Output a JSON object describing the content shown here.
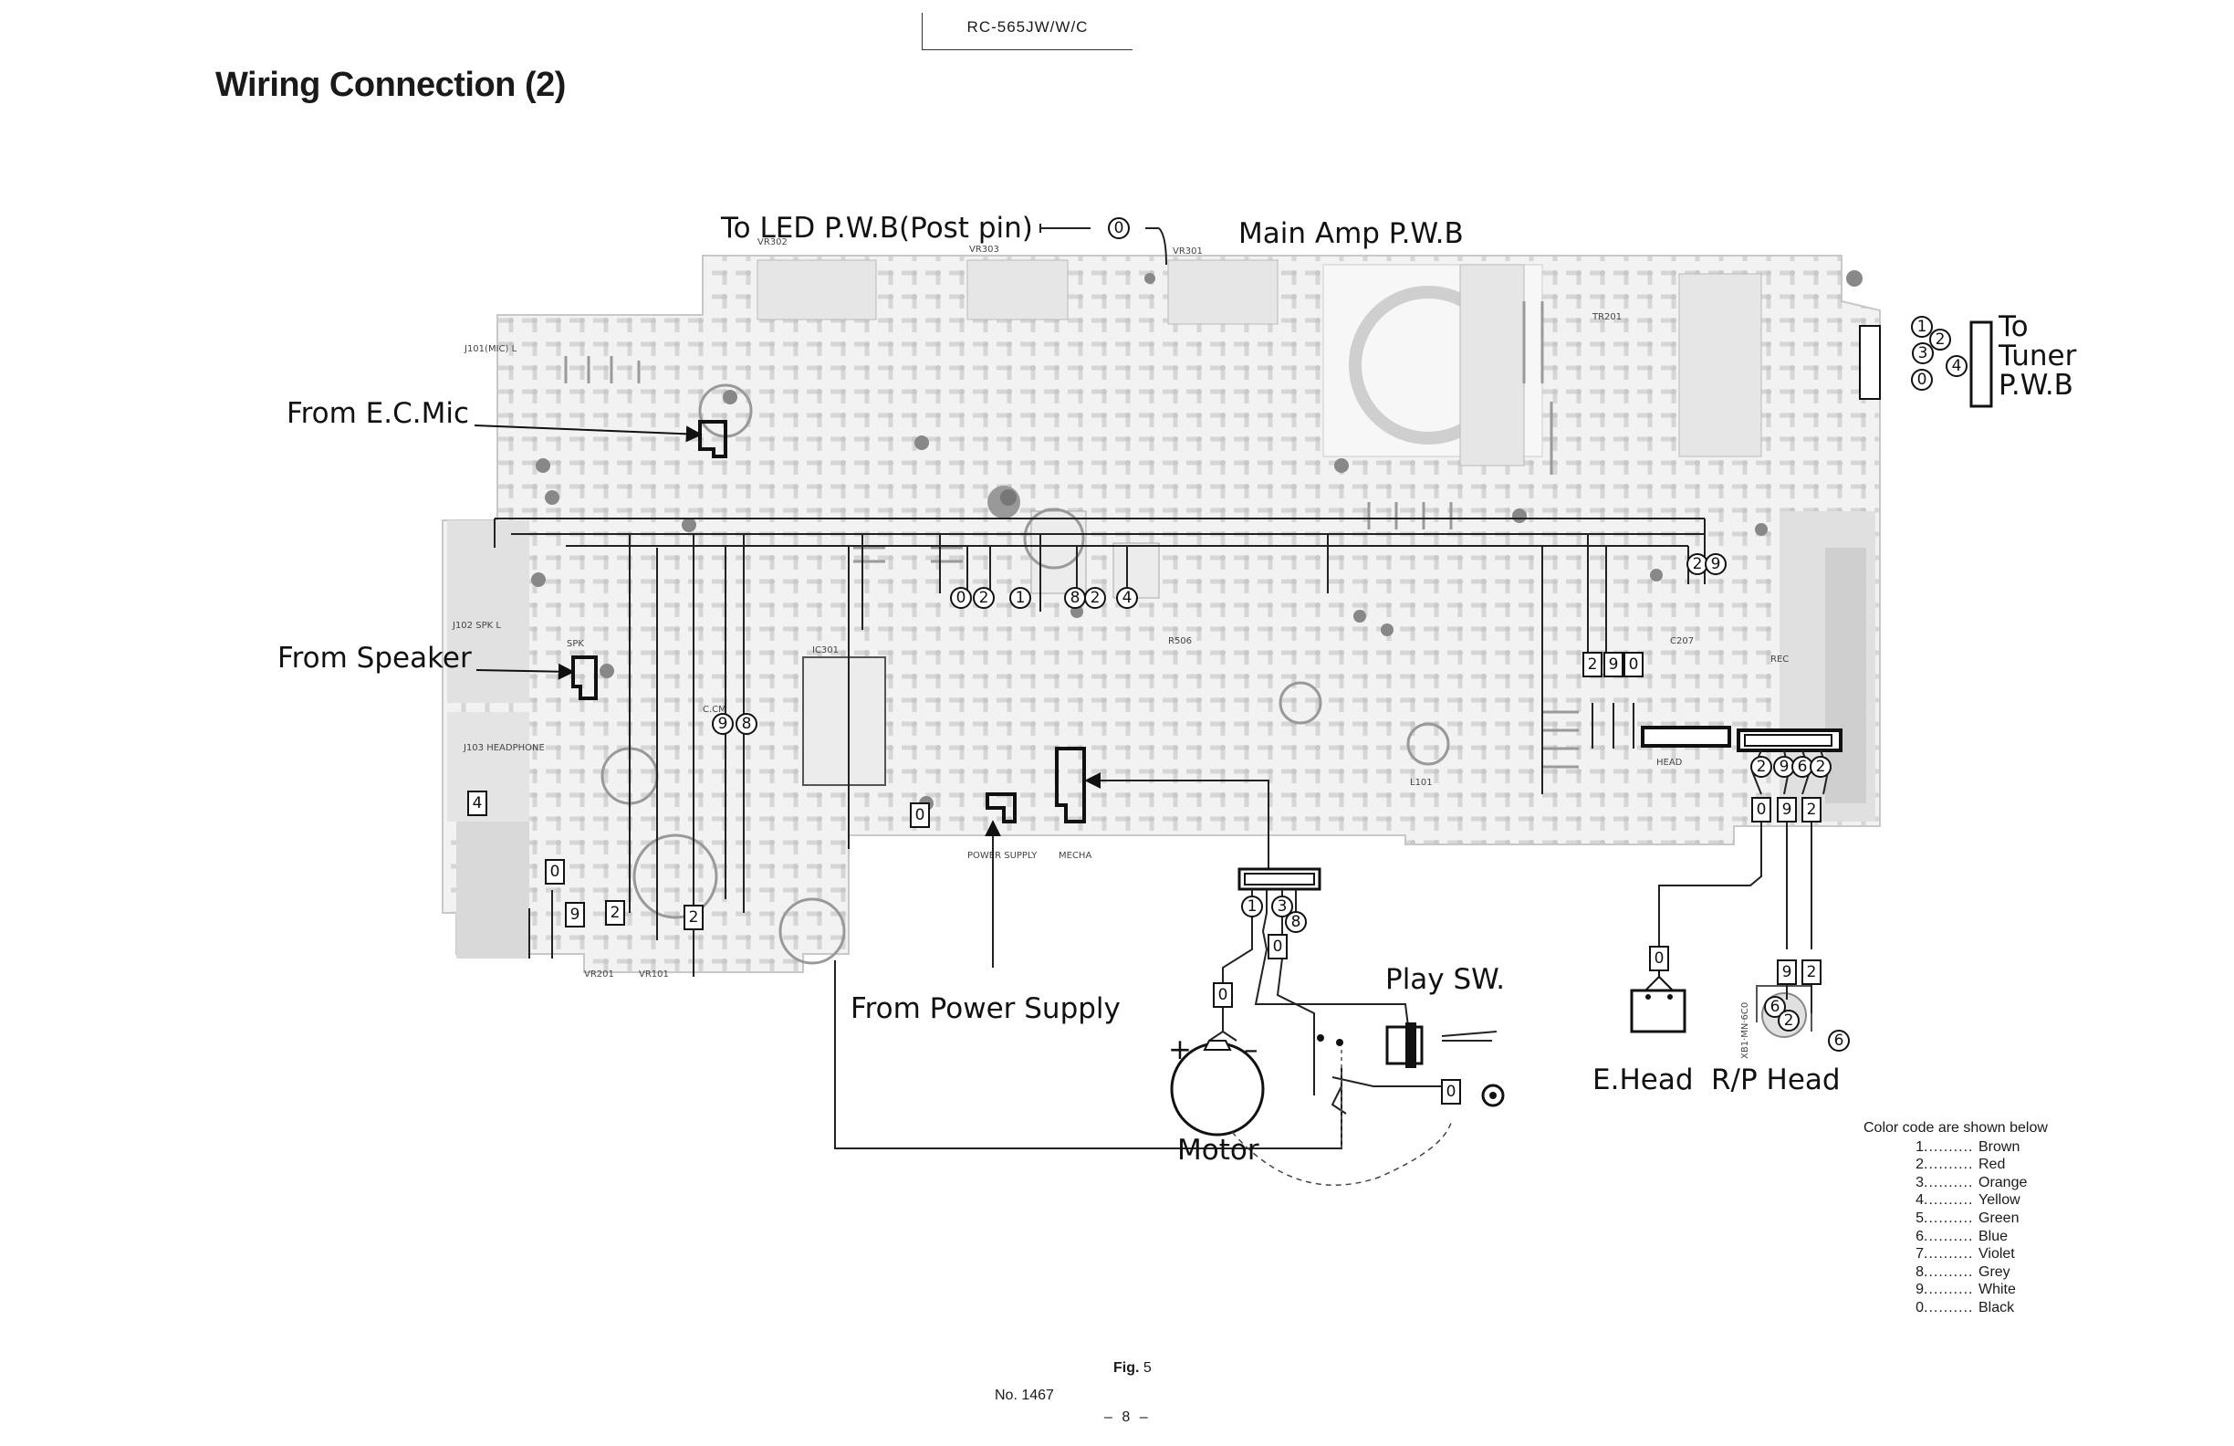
{
  "header": {
    "model": "RC-565JW/W/C",
    "title": "Wiring Connection (2)"
  },
  "labels": {
    "to_led": "To LED P.W.B(Post pin)",
    "main_amp": "Main Amp P.W.B",
    "to": "To",
    "tuner": "Tuner",
    "pwb": "P.W.B",
    "from_ecmic": "From E.C.Mic",
    "from_speaker": "From Speaker",
    "from_power_supply": "From Power Supply",
    "play_sw": "Play SW.",
    "motor": "Motor",
    "e_head": "E.Head",
    "rp_head": "R/P Head",
    "plus": "+",
    "minus": "–"
  },
  "board_silkscreen": {
    "cm": "C.CM",
    "spk": "SPK",
    "power_supply": "POWER SUPPLY",
    "mecha": "MECHA",
    "head": "HEAD",
    "rec": "REC",
    "j101": "J101(MIC) L",
    "j102": "J102 SPK L",
    "j103": "J103 HEADPHONE",
    "vr201": "VR201",
    "vr101": "VR101",
    "vr302": "VR302",
    "vr303": "VR303",
    "vr301": "VR301",
    "ic301": "IC301",
    "tr201": "TR201",
    "l101": "L101",
    "r506": "R506",
    "c207": "C207"
  },
  "color_code": {
    "title": "Color code are shown below",
    "dots": "..........",
    "entries": [
      {
        "code": "1",
        "color": "Brown"
      },
      {
        "code": "2",
        "color": "Red"
      },
      {
        "code": "3",
        "color": "Orange"
      },
      {
        "code": "4",
        "color": "Yellow"
      },
      {
        "code": "5",
        "color": "Green"
      },
      {
        "code": "6",
        "color": "Blue"
      },
      {
        "code": "7",
        "color": "Violet"
      },
      {
        "code": "8",
        "color": "Grey"
      },
      {
        "code": "9",
        "color": "White"
      },
      {
        "code": "0",
        "color": "Black"
      }
    ]
  },
  "wire_codes": {
    "led": "0",
    "tuner": [
      "1",
      "2",
      "3",
      "4",
      "0"
    ],
    "main": [
      "0",
      "2",
      "1",
      "8",
      "2",
      "4",
      "2",
      "9"
    ],
    "speaker": [
      "9",
      "8"
    ],
    "headphone": [
      "4",
      "0",
      "9",
      "2",
      "2"
    ],
    "power": [
      "0"
    ],
    "motor_connector": [
      "1",
      "3",
      "8",
      "0"
    ],
    "motor_lead": "0",
    "play_sw": "0",
    "head_pins": [
      "2",
      "9",
      "0"
    ],
    "rp_connector": [
      "2",
      "9",
      "6",
      "2"
    ],
    "rp_boxes": [
      "0",
      "9",
      "2"
    ],
    "rp_head_pins": [
      "9",
      "2",
      "6",
      "2",
      "6"
    ]
  },
  "footer": {
    "fig_prefix": "Fig.",
    "fig_number": "5",
    "doc_number": "No. 1467",
    "page": "– 8 –"
  }
}
